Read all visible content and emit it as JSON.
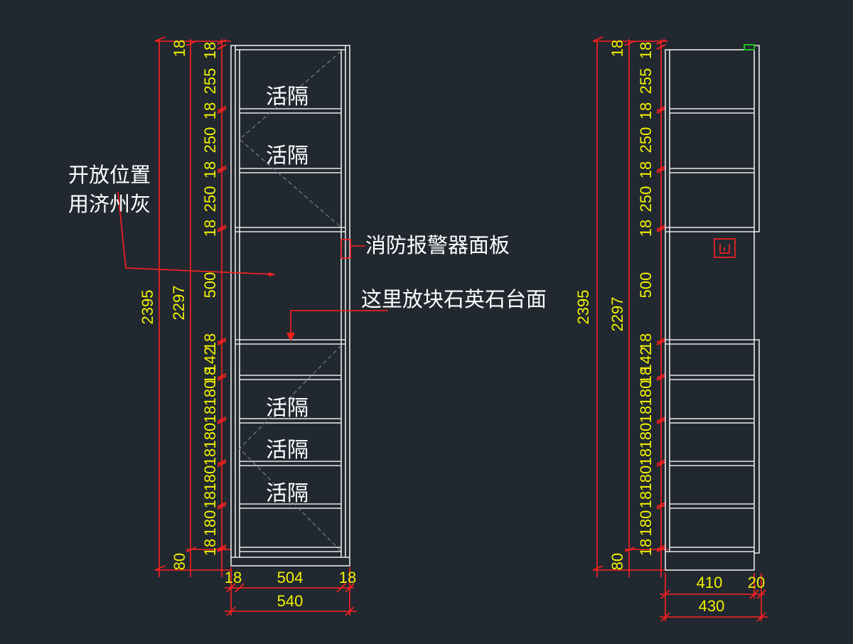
{
  "colors": {
    "background": "#212830",
    "outline": "#e8e8e8",
    "dimension_line": "#ff2020",
    "dimension_text": "#f2f200",
    "annotation_text": "#ffffff",
    "hidden_line": "#7a7f86",
    "marker_green": "#22c022"
  },
  "front_view": {
    "shelf_labels": [
      "活隔",
      "活隔",
      "活隔",
      "活隔",
      "活隔"
    ],
    "note_open_area": [
      "开放位置",
      "用济州灰"
    ],
    "note_panel": "消防报警器面板",
    "note_countertop": "这里放块石英石台面",
    "segment_dims": [
      "18",
      "255",
      "18",
      "250",
      "18",
      "250",
      "18",
      "500",
      "18",
      "142",
      "18",
      "180",
      "18",
      "180",
      "18",
      "180",
      "18",
      "180",
      "18"
    ],
    "overall_height": "2395",
    "cabinet_height": "2297",
    "top_dim": "18",
    "base_dim": "80",
    "width_left": "18",
    "width_inner": "504",
    "width_right": "18",
    "width_total": "540"
  },
  "side_view": {
    "segment_dims": [
      "18",
      "255",
      "18",
      "250",
      "18",
      "250",
      "18",
      "500",
      "18",
      "142",
      "18",
      "180",
      "18",
      "180",
      "18",
      "180",
      "18",
      "180",
      "18"
    ],
    "overall_height": "2395",
    "cabinet_height": "2297",
    "top_dim": "18",
    "base_dim": "80",
    "depth_inner": "410",
    "door_thickness": "20",
    "depth_total": "430"
  }
}
